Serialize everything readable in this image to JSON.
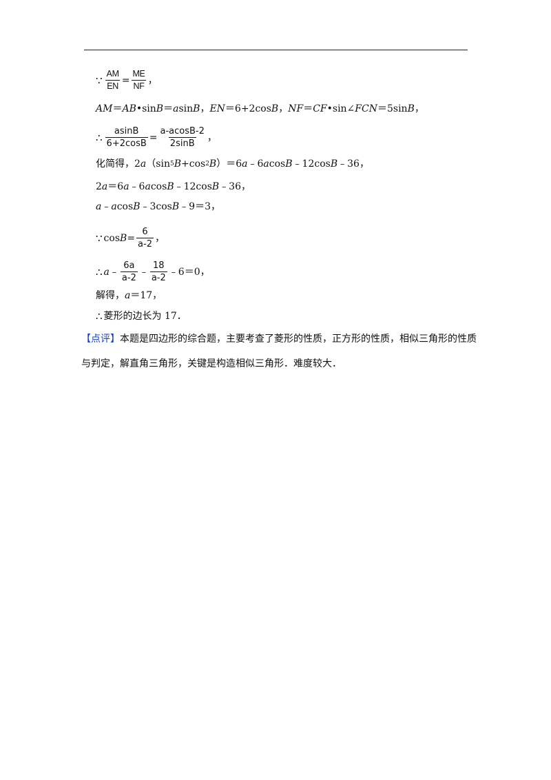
{
  "lines": {
    "l1_sym": "∵",
    "l1_f1_num": "AM",
    "l1_f1_den": "EN",
    "l1_eq": "=",
    "l1_f2_num": "ME",
    "l1_f2_den": "NF",
    "l1_end": "，",
    "l2_a": "AM",
    "l2_b": "＝",
    "l2_c": "AB",
    "l2_d": "•sin",
    "l2_e": "B",
    "l2_f": "＝",
    "l2_g": "a",
    "l2_h": "sin",
    "l2_i": "B",
    "l2_j": "，",
    "l2_k": "EN",
    "l2_l": "＝6+2cos",
    "l2_m": "B",
    "l2_n": "，",
    "l2_o": "NF",
    "l2_p": "＝",
    "l2_q": "CF",
    "l2_r": "•sin∠",
    "l2_s": "FCN",
    "l2_t": "＝5sin",
    "l2_u": "B",
    "l2_v": "，",
    "l3_sym": "∴",
    "l3_f1_num": "asinB",
    "l3_f1_den": "6+2cosB",
    "l3_eq": "=",
    "l3_f2_num": "a-acosB-2",
    "l3_f2_den": "2sinB",
    "l3_end": "，",
    "l4_a": "化简得，2",
    "l4_b": "a",
    "l4_c": "（sin",
    "l4_sup1": "5",
    "l4_d": "B",
    "l4_e": "+cos",
    "l4_sup2": "2",
    "l4_f": "B",
    "l4_g": "）＝6",
    "l4_h": "a",
    "l4_i": "﹣6",
    "l4_j": "a",
    "l4_k": "cos",
    "l4_l": "B",
    "l4_m": "﹣12cos",
    "l4_n": "B",
    "l4_o": "﹣36，",
    "l5_a": "2",
    "l5_b": "a",
    "l5_c": "＝6",
    "l5_d": "a",
    "l5_e": "﹣6",
    "l5_f": "a",
    "l5_g": "cos",
    "l5_h": "B",
    "l5_i": "﹣12cos",
    "l5_j": "B",
    "l5_k": "﹣36，",
    "l6_a": "a",
    "l6_b": "﹣",
    "l6_c": "a",
    "l6_d": "cos",
    "l6_e": "B",
    "l6_f": "﹣3cos",
    "l6_g": "B",
    "l6_h": "﹣9＝3，",
    "l7_sym": "∵",
    "l7_a": "cos",
    "l7_b": "B",
    "l7_c": "=",
    "l7_f_num": "6",
    "l7_f_den": "a-2",
    "l7_end": "，",
    "l8_sym": "∴",
    "l8_a": "a",
    "l8_b": "﹣",
    "l8_f1_num": "6a",
    "l8_f1_den": "a-2",
    "l8_c": "﹣",
    "l8_f2_num": "18",
    "l8_f2_den": "a-2",
    "l8_d": "﹣6＝0，",
    "l9_a": "解得，",
    "l9_b": "a",
    "l9_c": "＝17，",
    "l10_sym": "∴",
    "l10_a": "菱形的边长为 17．"
  },
  "comment": {
    "tag": "【点评】",
    "line1": "本题是四边形的综合题，主要考查了菱形的性质，正方形的性质，相似三角形的性质",
    "line2": "与判定，解直角三角形，关键是构造相似三角形．难度较大．"
  }
}
